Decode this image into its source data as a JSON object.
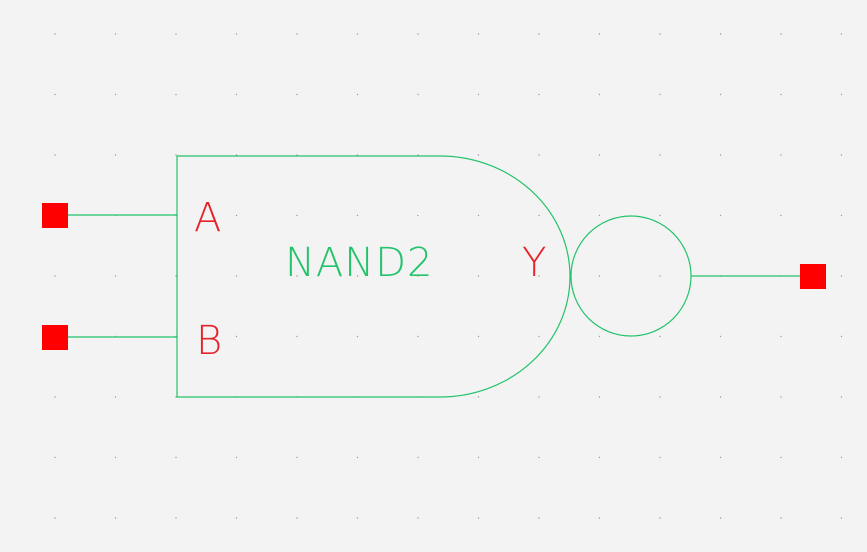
{
  "schematic": {
    "cell_name": "NAND2",
    "pins": {
      "input_a": "A",
      "input_b": "B",
      "output_y": "Y"
    },
    "colors": {
      "background": "#f3f3f3",
      "wire": "#22c36a",
      "pin_square": "#ff0000",
      "pin_label": "#e5232a",
      "cell_label": "#22c36a",
      "grid_dot": "#9a9a9a"
    }
  }
}
